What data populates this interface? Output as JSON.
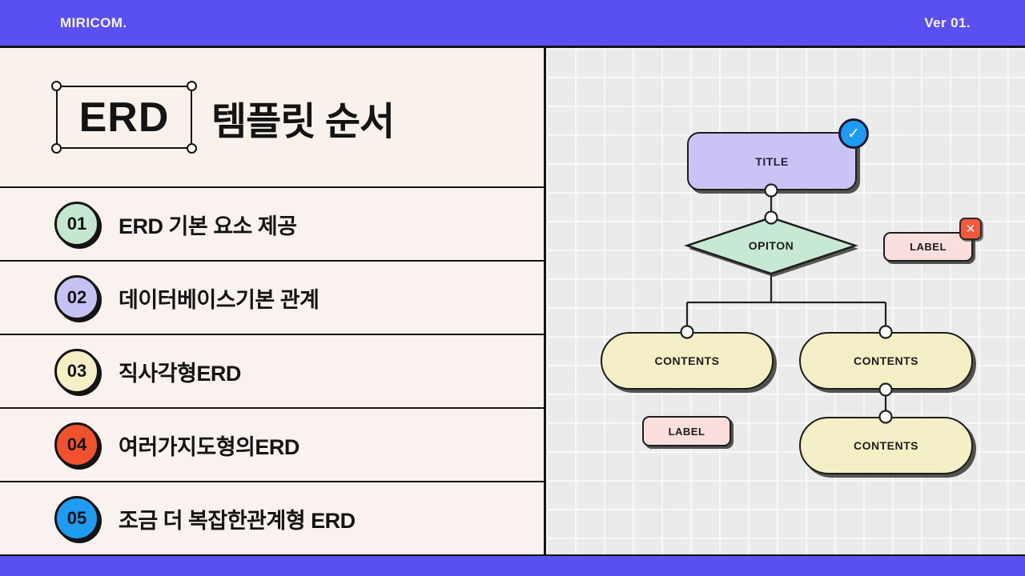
{
  "header": {
    "brand": "MIRICOM.",
    "version": "Ver 01."
  },
  "sidebar": {
    "title_box_word": "ERD",
    "title_rest": "템플릿 순서",
    "items": [
      {
        "num": "01",
        "label": "ERD 기본 요소 제공",
        "color": "#c5e6cf"
      },
      {
        "num": "02",
        "label": "데이터베이스기본 관계",
        "color": "#c6c2f3"
      },
      {
        "num": "03",
        "label": "직사각형ERD",
        "color": "#f6efc5"
      },
      {
        "num": "04",
        "label": "여러가지도형의ERD",
        "color": "#f1512d"
      },
      {
        "num": "05",
        "label": "조금 더 복잡한관계형 ERD",
        "color": "#1f9bf1"
      }
    ]
  },
  "canvas": {
    "nodes": {
      "title": "TITLE",
      "option": "OPITON",
      "label_right": "LABEL",
      "contents_left": "CONTENTS",
      "contents_right_1": "CONTENTS",
      "contents_right_2": "CONTENTS",
      "label_bottom": "LABEL"
    },
    "icons": {
      "check": "✓",
      "close": "✕"
    },
    "colors": {
      "accent_purple": "#5a4ff0",
      "ink": "#141414",
      "panel_cream": "#f9f2ec",
      "grid_bg": "#ebebeb",
      "node_title_fill": "#c9c4f5",
      "node_option_fill": "#c7e8d3",
      "node_contents_fill": "#f5efc8",
      "node_label_fill": "#fbdede",
      "check_fill": "#1e9bf2",
      "close_fill": "#f2583a"
    }
  }
}
